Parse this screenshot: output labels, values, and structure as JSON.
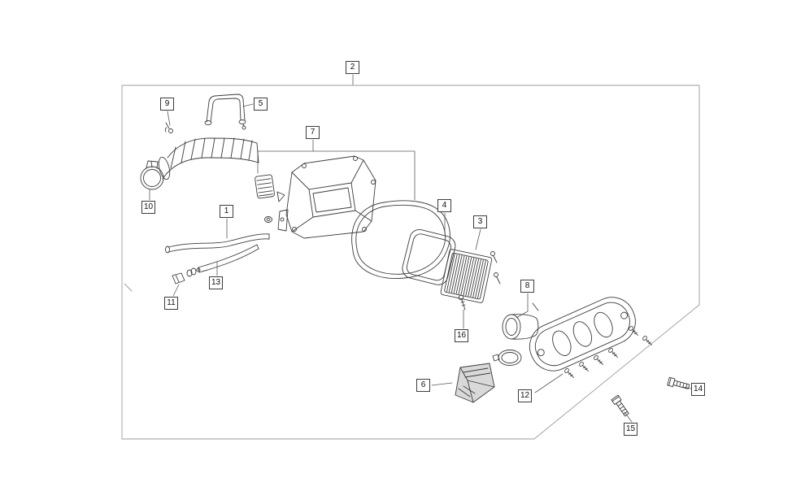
{
  "diagram": {
    "kind": "exploded-parts-diagram",
    "line_color": "#3c3c3c",
    "border_color": "#9b9b9b",
    "leader_color": "#5a5a5a",
    "shade_color": "#d9d9d9",
    "callouts": {
      "c1": {
        "label": "1"
      },
      "c2": {
        "label": "2"
      },
      "c3": {
        "label": "3"
      },
      "c4": {
        "label": "4"
      },
      "c5": {
        "label": "5"
      },
      "c6": {
        "label": "6"
      },
      "c7": {
        "label": "7"
      },
      "c8": {
        "label": "8"
      },
      "c9": {
        "label": "9"
      },
      "c10": {
        "label": "10"
      },
      "c11": {
        "label": "11"
      },
      "c12": {
        "label": "12"
      },
      "c13": {
        "label": "13"
      },
      "c14": {
        "label": "14"
      },
      "c15": {
        "label": "15"
      },
      "c16": {
        "label": "16"
      }
    }
  }
}
